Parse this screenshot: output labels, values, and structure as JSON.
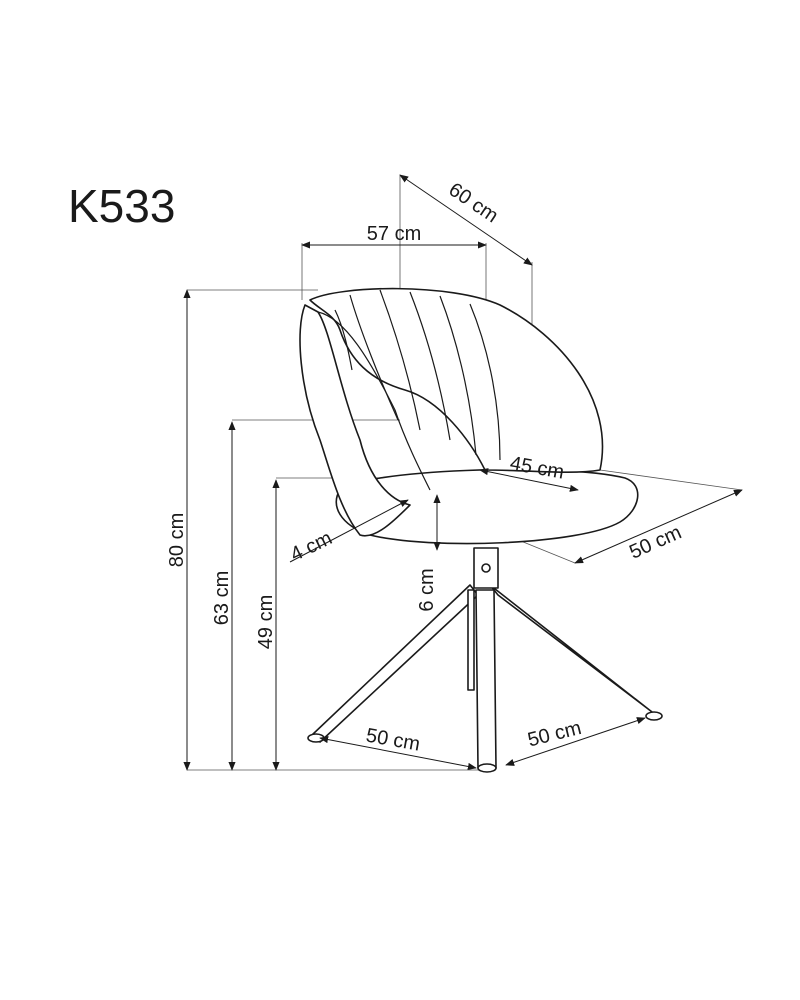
{
  "title": "K533",
  "dimensions": {
    "depth_total": "60 cm",
    "width_total": "57 cm",
    "seat_width": "45 cm",
    "seat_depth": "50 cm",
    "armrest_thickness": "4 cm",
    "seat_thickness": "6 cm",
    "height_total": "80 cm",
    "armrest_height": "63 cm",
    "seat_height": "49 cm",
    "base_left": "50 cm",
    "base_right": "50 cm"
  }
}
